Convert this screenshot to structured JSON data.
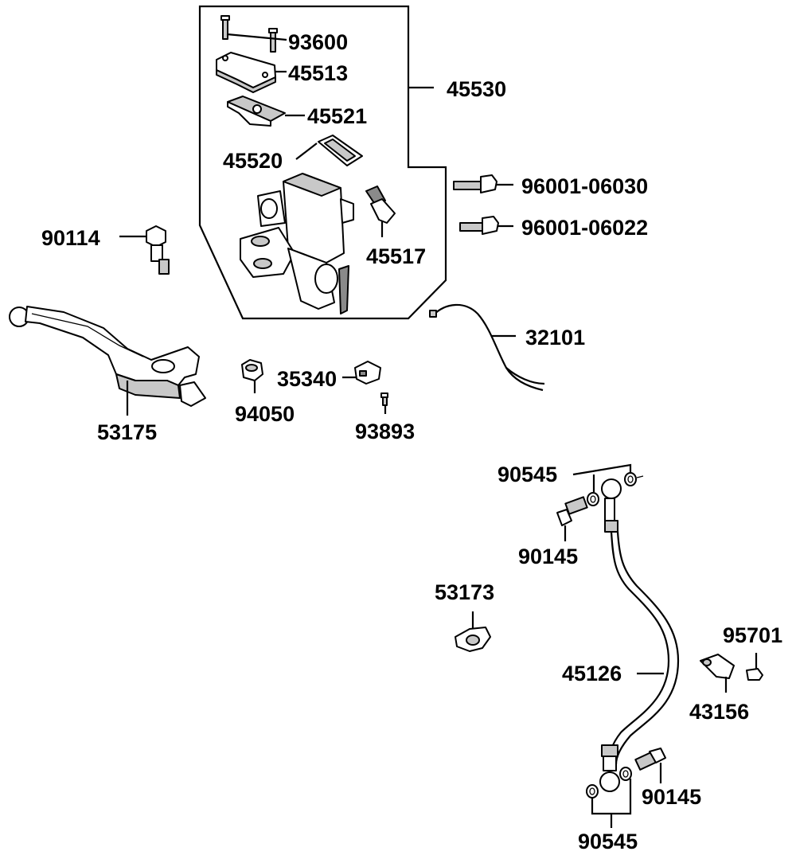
{
  "parts": {
    "p93600": "93600",
    "p45513": "45513",
    "p45530": "45530",
    "p45521": "45521",
    "p45520": "45520",
    "p96001_06030": "96001-06030",
    "p96001_06022": "96001-06022",
    "p90114": "90114",
    "p45517": "45517",
    "p32101": "32101",
    "p35340": "35340",
    "p94050": "94050",
    "p93893": "93893",
    "p53175": "53175",
    "p90545_top": "90545",
    "p90145_top": "90145",
    "p53173": "53173",
    "p95701": "95701",
    "p45126": "45126",
    "p43156": "43156",
    "p90145_bottom": "90145",
    "p90545_bottom": "90545"
  }
}
